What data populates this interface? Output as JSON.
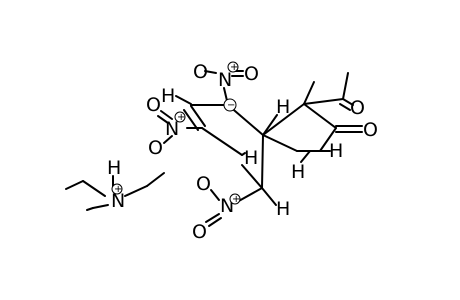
{
  "molecule": {
    "atoms": {
      "n_top": "N",
      "o_top_left": "O",
      "o_top_right": "O",
      "h_vinyl": "H",
      "o_left": "O",
      "n_left": "N",
      "h_bridgehead_right": "H",
      "o_acetyl": "O",
      "o_ketone": "O",
      "h_ch2_right": "H",
      "h_ch2_lower": "H",
      "h_bridgehead_left": "H",
      "n_bottom": "N",
      "o_bottom": "O",
      "h_bottom": "H"
    },
    "charges": {
      "carbanion": "−",
      "nitro_top_n": "+",
      "nitro_left_n": "+",
      "nitro_bottom_n": "+"
    }
  },
  "counterion": {
    "atoms": {
      "h": "H",
      "n": "N"
    },
    "charges": {
      "ammonium": "+"
    }
  }
}
